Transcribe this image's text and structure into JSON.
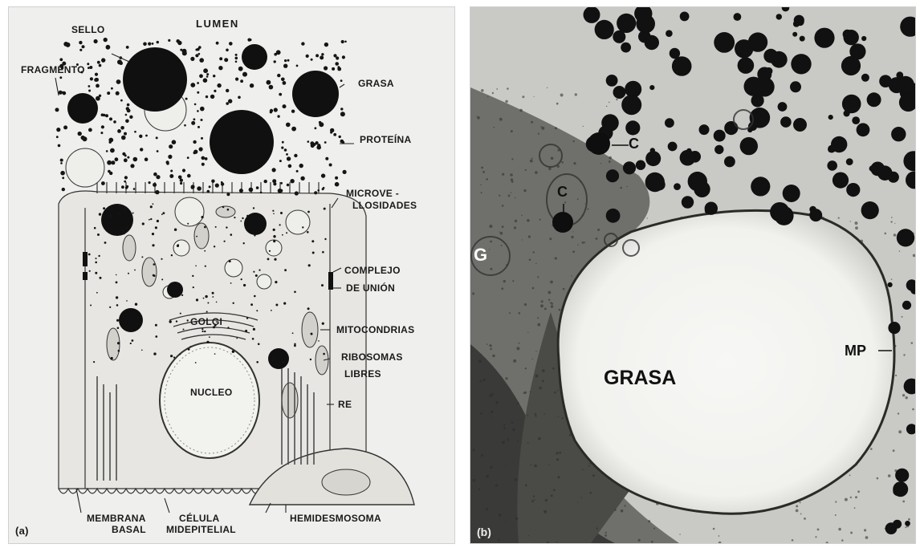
{
  "panel_a": {
    "caption": "(a)",
    "labels": {
      "lumen": "LUMEN",
      "sello": "SELLO",
      "fragmento": "FRAGMENTO",
      "grasa": "GRASA",
      "proteina": "PROTEÍNA",
      "microvellosidades_1": "MICROVE -",
      "microvellosidades_2": "LLOSIDADES",
      "complejo_1": "COMPLEJO",
      "complejo_2": "DE UNIÓN",
      "golgi": "GOLGI",
      "mitocondrias": "MITOCONDRIAS",
      "ribosomas_1": "RIBOSOMAS",
      "ribosomas_2": "LIBRES",
      "nucleo": "NUCLEO",
      "re": "RE",
      "membrana_1": "MEMBRANA",
      "membrana_2": "BASAL",
      "celula_1": "CÉLULA",
      "celula_2": "MIDEPITELIAL",
      "hemidesmosoma": "HEMIDESMOSOMA"
    }
  },
  "panel_b": {
    "caption": "(b)",
    "labels": {
      "c1": "C",
      "c2": "C",
      "g": "G",
      "grasa": "GRASA",
      "mp": "MP"
    }
  }
}
